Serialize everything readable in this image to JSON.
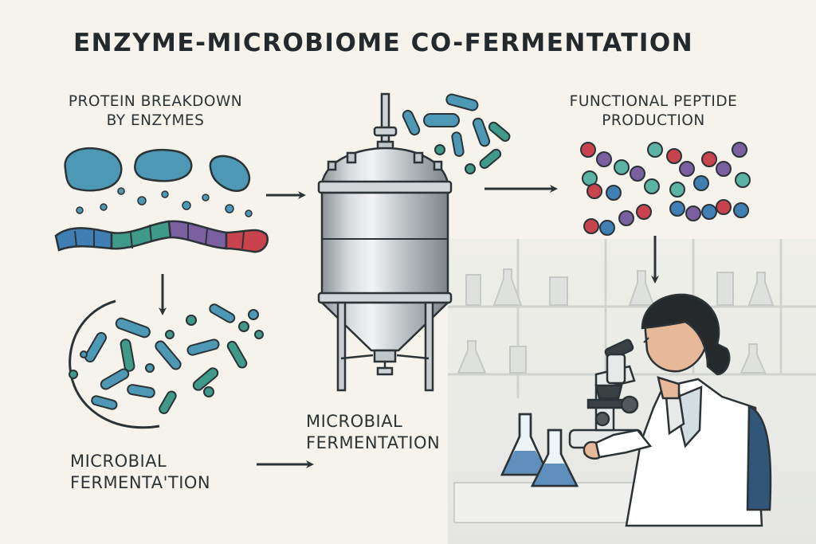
{
  "title": "ENZYME-MICROBIOME CO-FERMENTATION",
  "labels": {
    "protein_breakdown": [
      "PROTEIN BREAKDOWN",
      "BY ENZYMES"
    ],
    "peptide_production": [
      "FUNCTIONAL PEPTIDE",
      "PRODUCTION"
    ],
    "microbial_fermentation_bottom": [
      "MICROBIAL",
      "FERMENTA'TION"
    ],
    "microbial_fermentation_center": [
      "MICROBIAL",
      "FERMENTATION"
    ]
  },
  "colors": {
    "background": "#f6f3ec",
    "text": "#2b3336",
    "enzyme_blue": "#4d99b5",
    "microbe_teal": "#3f9a8a",
    "peptide_red": "#c8434d",
    "peptide_purple": "#7a5fa1",
    "peptide_teal": "#5bb3a3",
    "peptide_blue": "#3f7fb4",
    "steel": "#c4c8cb",
    "lab_coat": "#ffffff",
    "flask_liquid": "#5e8fbd"
  },
  "icons": {
    "enzymes": "enzyme-blob-icon",
    "protein_chain": "protein-chain-icon",
    "bioreactor": "steel-fermenter-tank-icon",
    "microbes": "rod-bacteria-icon",
    "peptides": "peptide-bead-icon",
    "scientist": "scientist-with-microscope-icon",
    "flasks": "erlenmeyer-flask-icon",
    "arrows": "flow-arrow-icon"
  }
}
